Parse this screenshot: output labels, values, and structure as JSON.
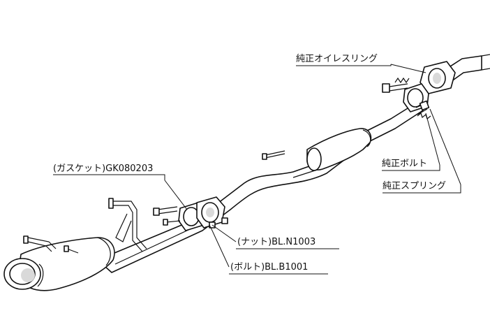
{
  "labels": {
    "genuine_o_ring": "純正オイレスリング",
    "genuine_bolt": "純正ボルト",
    "genuine_spring": "純正スプリング",
    "gasket": "(ガスケット)GK080203",
    "nut": "(ナット)BL.N1003",
    "bolt": "(ボルト)BL.B1001"
  },
  "colors": {
    "line": "#111111",
    "shade": "#d9d9d9",
    "background": "#ffffff"
  }
}
